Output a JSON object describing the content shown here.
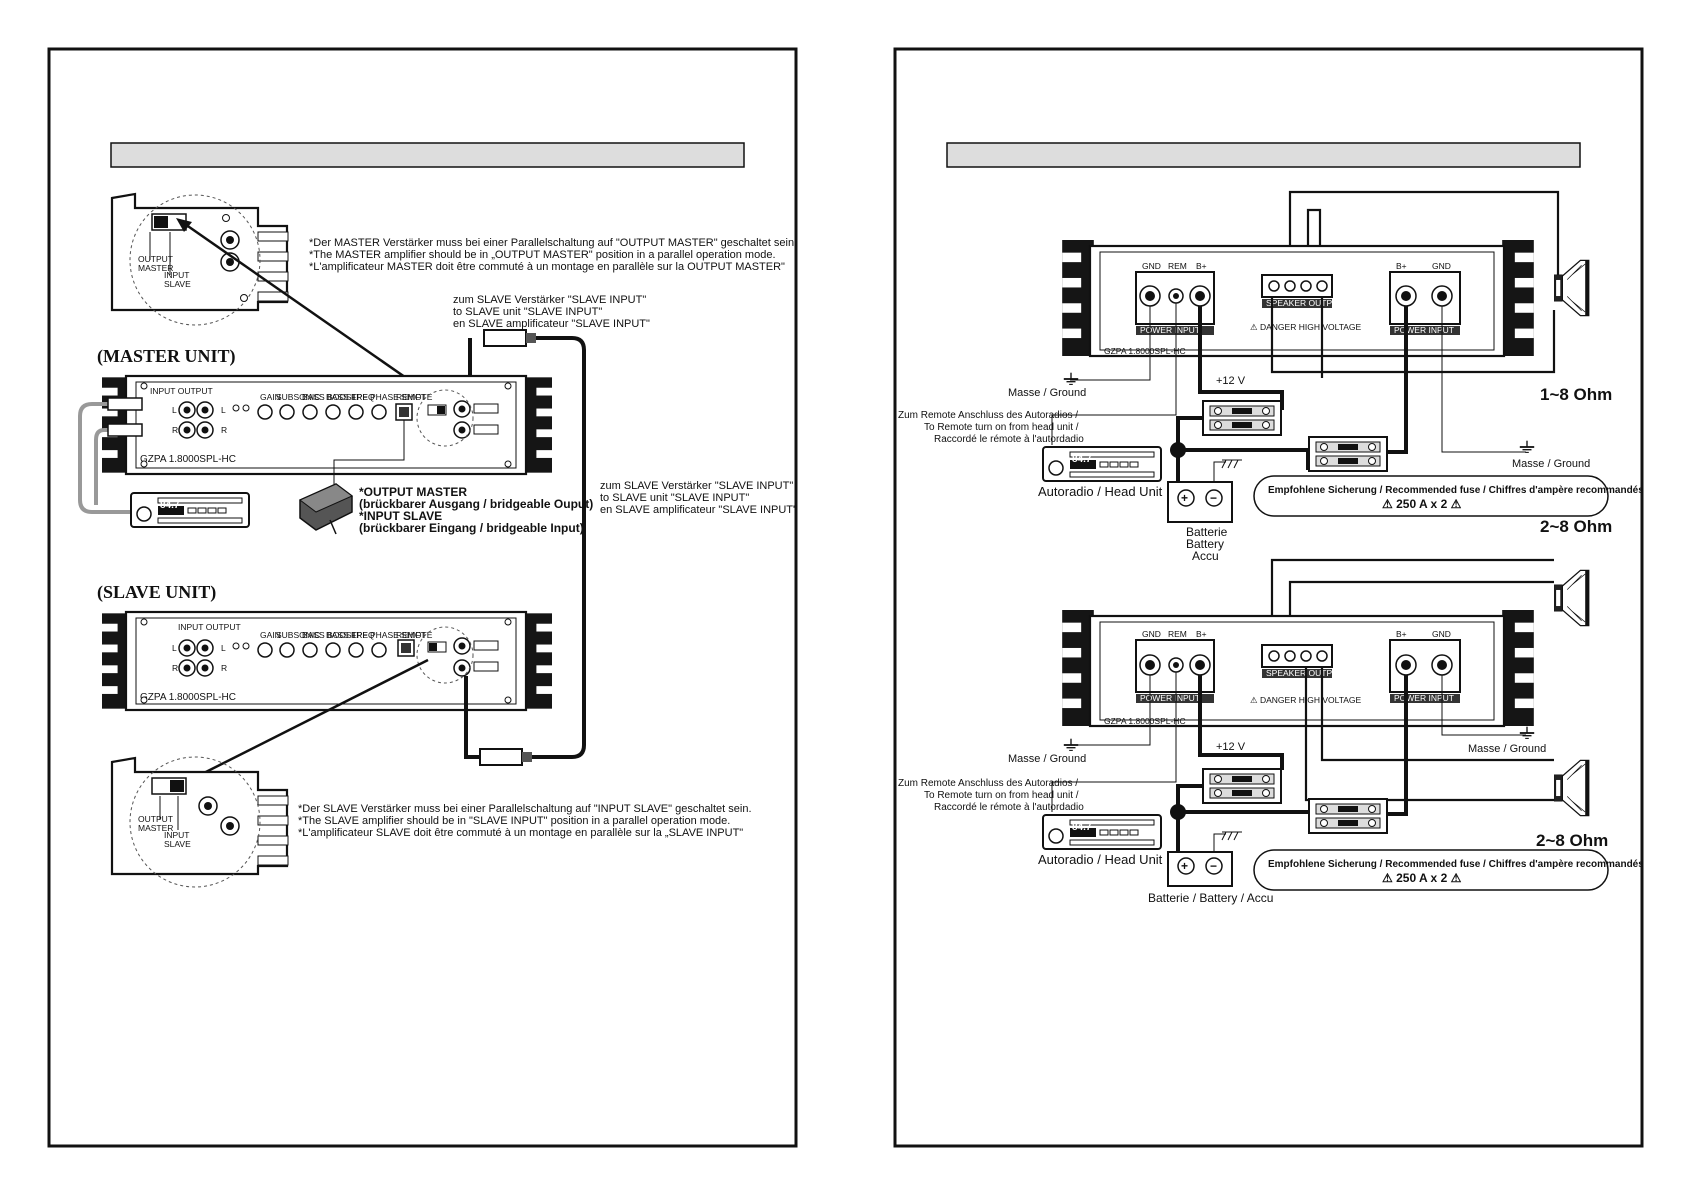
{
  "left_page": {
    "master_note": [
      "*Der MASTER Verstärker muss bei einer Parallelschaltung auf \"OUTPUT MASTER\" geschaltet sein.",
      "*The MASTER amplifier should be in „OUTPUT MASTER\" position in a parallel operation mode.",
      "*L'amplificateur MASTER doit être commuté à un montage en parallèle sur la OUTPUT MASTER\""
    ],
    "slave_note_top": [
      "zum SLAVE Verstärker \"SLAVE INPUT\"",
      "to SLAVE unit \"SLAVE INPUT\"",
      "en SLAVE amplificateur \"SLAVE INPUT\""
    ],
    "slave_note_mid": [
      "zum SLAVE Verstärker \"SLAVE INPUT\"",
      "to SLAVE unit \"SLAVE INPUT\"",
      "en SLAVE amplificateur \"SLAVE INPUT\""
    ],
    "master_title": "(MASTER UNIT)",
    "slave_title": "(SLAVE UNIT)",
    "bridge_text": [
      "*OUTPUT MASTER",
      "(brückbarer Ausgang / bridgeable Ouput)",
      "*INPUT SLAVE",
      "(brückbarer Eingang / bridgeable Input)"
    ],
    "slave_note": [
      "*Der SLAVE Verstärker muss bei einer Parallelschaltung auf \"INPUT SLAVE\" geschaltet sein.",
      "*The SLAVE amplifier should be in \"SLAVE INPUT\" position in a parallel operation mode.",
      "*L'amplificateur SLAVE doit être commuté à un montage en parallèle sur la „SLAVE INPUT\""
    ],
    "model": "GZPA 1.8000SPL-HC",
    "zoom_output_master": [
      "OUTPUT",
      "MASTER"
    ],
    "zoom_input_slave": [
      "INPUT",
      "SLAVE"
    ],
    "panel_labels": [
      "INPUT",
      "OUTPUT",
      "GAIN",
      "SUBSONIC",
      "BASS BOOST",
      "BASS FREQ",
      "LPF",
      "PHASE SHIFT",
      "REMOTE"
    ],
    "radio_display": "84.7",
    "channel_l": "L",
    "channel_r": "R"
  },
  "right_page": {
    "diagram1": {
      "terminal_left": [
        "GND",
        "REM",
        "B+"
      ],
      "terminal_right": [
        "B+",
        "GND"
      ],
      "power_input": "POWER INPUT",
      "speaker_output": "SPEAKER OUTPUT",
      "danger": "DANGER HIGH VOLTAGE",
      "masse_left": "Masse / Ground",
      "masse_right": "Masse / Ground",
      "plus12": "+12 V",
      "remote": [
        "Zum Remote Anschluss des Autoradios /",
        "To Remote turn on from head unit /",
        "Raccordé le rémote à l'autordadio"
      ],
      "head_unit": "Autoradio / Head Unit",
      "battery": [
        "Batterie",
        "Battery",
        "Accu"
      ],
      "fuse_text": "Empfohlene Sicherung / Recommended fuse / Chiffres d'ampère recommandés",
      "fuse_value": "250 A x 2",
      "ohm": "1~8 Ohm",
      "model": "GZPA 1.8000SPL-HC",
      "radio_display": "84.7"
    },
    "diagram2": {
      "terminal_left": [
        "GND",
        "REM",
        "B+"
      ],
      "terminal_right": [
        "B+",
        "GND"
      ],
      "power_input": "POWER INPUT",
      "speaker_output": "SPEAKER OUTPUT",
      "danger": "DANGER HIGH VOLTAGE",
      "masse_left": "Masse / Ground",
      "masse_right": "Masse / Ground",
      "plus12": "+12 V",
      "remote": [
        "Zum Remote Anschluss des Autoradios /",
        "To Remote turn on from head unit /",
        "Raccordé le rémote à l'autordadio"
      ],
      "head_unit": "Autoradio / Head Unit",
      "battery": "Batterie / Battery / Accu",
      "fuse_text": "Empfohlene Sicherung / Recommended fuse / Chiffres d'ampère recommandés",
      "fuse_value": "250 A x 2",
      "ohm_top": "2~8 Ohm",
      "ohm_bottom": "2~8 Ohm",
      "model": "GZPA 1.8000SPL-HC",
      "radio_display": "84.7"
    }
  }
}
